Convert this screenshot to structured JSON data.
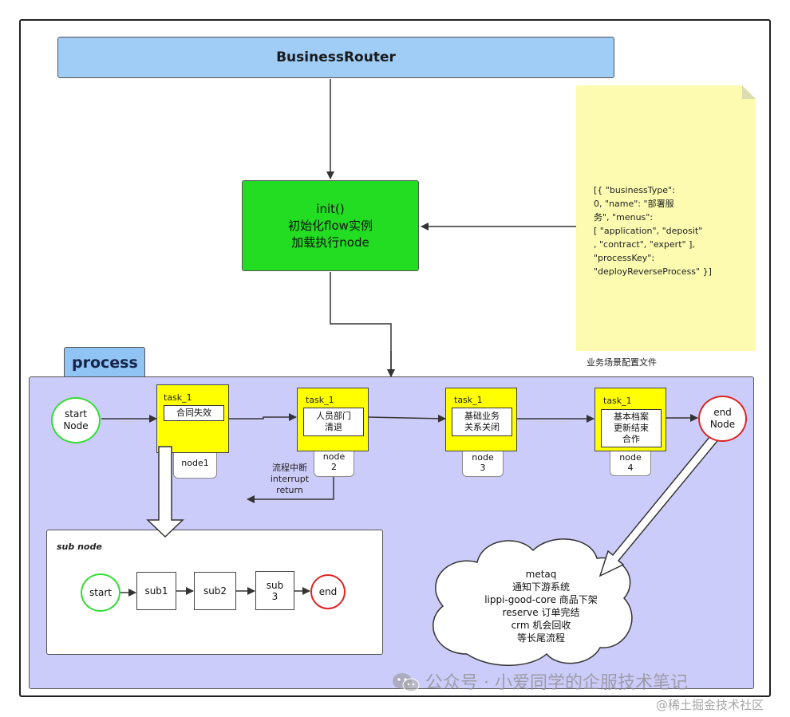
{
  "router": {
    "label": "BusinessRouter"
  },
  "init": {
    "line1": "init()",
    "line2": "初始化flow实例",
    "line3": "加载执行node"
  },
  "config_note": {
    "lines": [
      "[{  \"businessType\":",
      "0, \"name\": \"部署服",
      "务\", \"menus\":",
      "[    \"application\",    \"deposit\"",
      ",   \"contract\",    \"expert\"  ],",
      "   \"processKey\":",
      "\"deployReverseProcess\" }]"
    ],
    "caption": "业务场景配置文件"
  },
  "process": {
    "tab_label": "process",
    "start": {
      "line1": "start",
      "line2": "Node"
    },
    "end": {
      "line1": "end",
      "line2": "Node"
    },
    "tasks": [
      {
        "title": "task_1",
        "text": "合同失效",
        "node_label": "node1"
      },
      {
        "title": "task_1",
        "text": "人员部门\n清退",
        "node_label": "node\n2"
      },
      {
        "title": "task_1",
        "text": "基础业务\n关系关闭",
        "node_label": "node\n3"
      },
      {
        "title": "task_1",
        "text": "基本档案\n更新结束\n合作",
        "node_label": "node\n4"
      }
    ],
    "interrupt": {
      "line1": "流程中断",
      "line2": "interrupt",
      "line3": "return"
    }
  },
  "subnode": {
    "title": "sub node",
    "start": "start",
    "items": [
      "sub1",
      "sub2",
      "sub\n3"
    ],
    "end": "end"
  },
  "cloud": {
    "lines": [
      "metaq",
      "通知下游系统",
      "lippi-good-core 商品下架",
      "reserve 订单完结",
      "crm 机会回收",
      "等长尾流程"
    ]
  },
  "watermark": {
    "main": "公众号 · 小爱同学的企服技术笔记",
    "sub": "@稀土掘金技术社区"
  },
  "colors": {
    "router_fill": "#9fcdf6",
    "init_fill": "#22dd22",
    "note_fill": "#fcfbb0",
    "process_fill": "#ccccfa",
    "task_fill": "#ffff00",
    "start_stroke": "#33dd33",
    "end_stroke": "#dd2222"
  }
}
